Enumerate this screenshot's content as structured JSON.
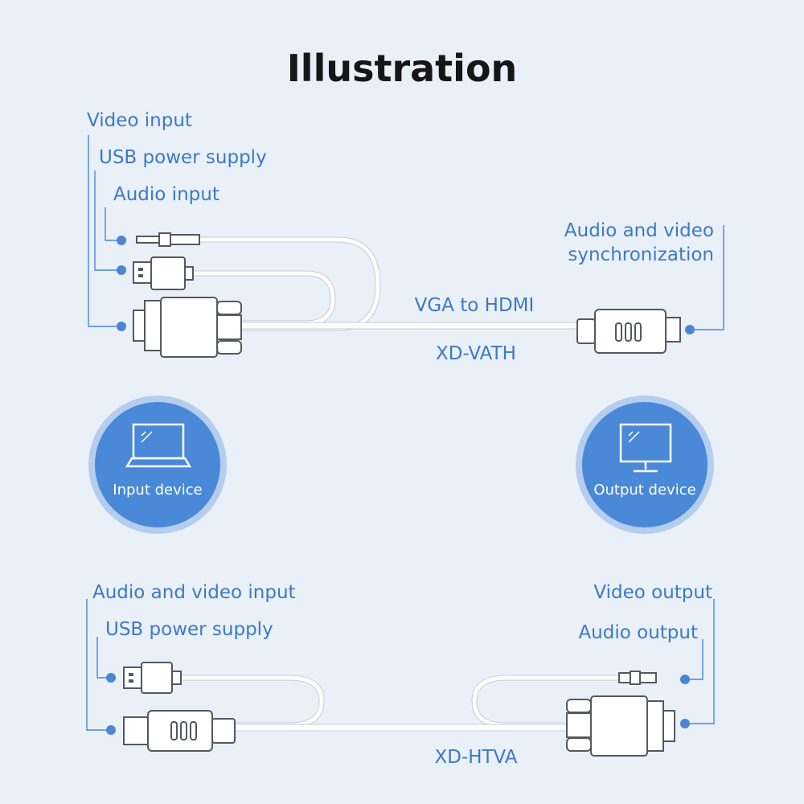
{
  "title": "Illustration",
  "top": {
    "labels": {
      "video_input": "Video input",
      "usb_power": "USB power supply",
      "audio_input": "Audio input",
      "av_sync": "Audio and video",
      "av_sync_line2": "synchronization",
      "cable_name": "VGA to HDMI",
      "model": "XD-VATH"
    }
  },
  "devices": {
    "input": "Input device",
    "output": "Output device"
  },
  "bottom": {
    "labels": {
      "av_input": "Audio and video input",
      "usb_power": "USB power supply",
      "video_output": "Video output",
      "audio_output": "Audio output",
      "model": "XD-HTVA"
    }
  },
  "colors": {
    "accent": "#3d78c8",
    "dot": "#4a86d6",
    "circle_fill": "#4a88d8",
    "circle_ring": "#b5cdee",
    "cable": "#ffffff",
    "connector_stroke": "#55585c"
  }
}
